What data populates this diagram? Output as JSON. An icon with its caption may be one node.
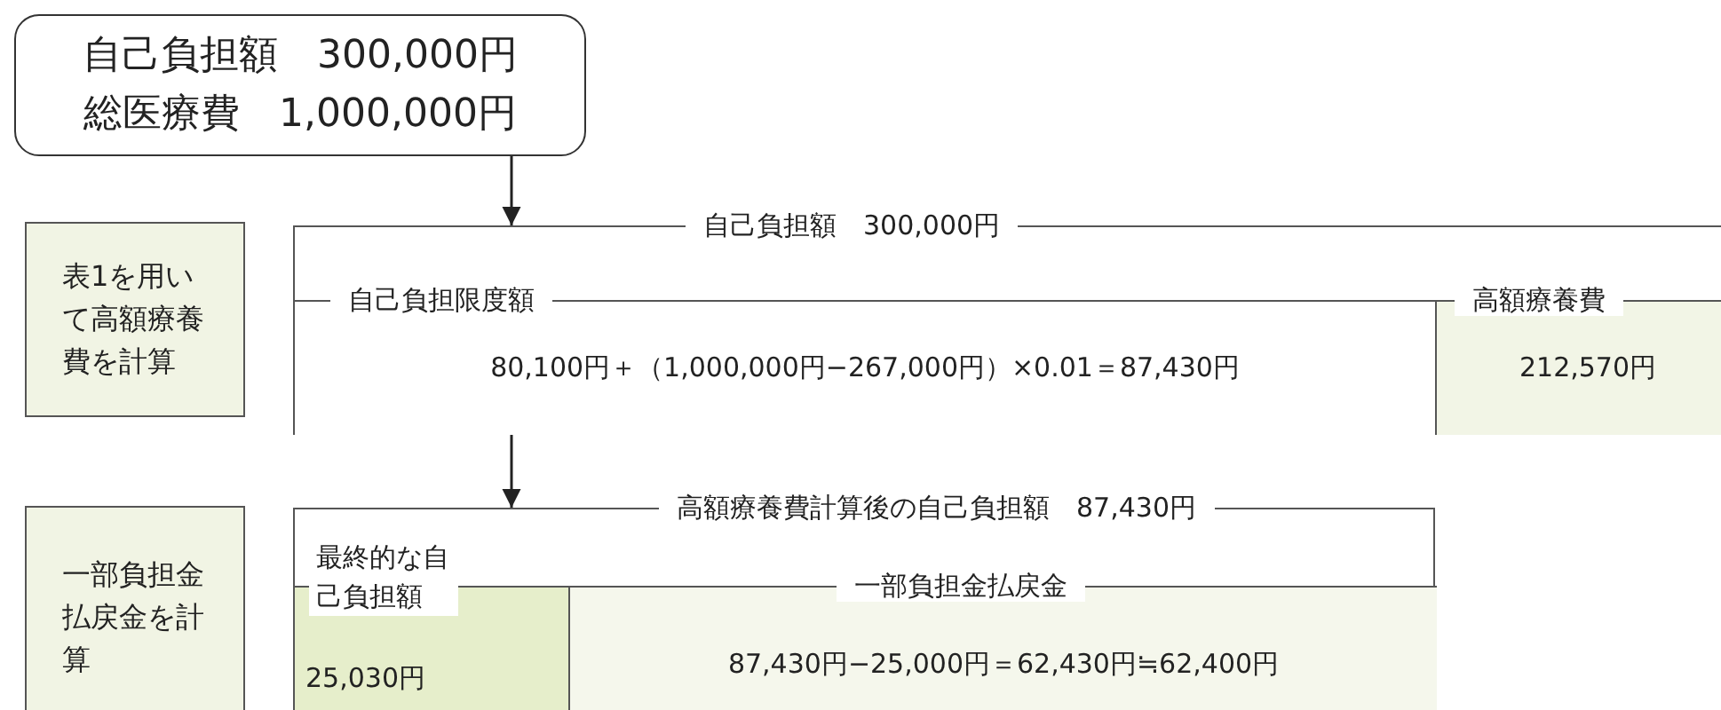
{
  "diagram": {
    "nodes": [
      {
        "text": [
          "自己負担額　300,000円",
          "総医療費　1,000,000円"
        ]
      },
      {
        "text": [
          "表1を用いて高額療養費を計算"
        ]
      },
      {
        "text": [
          "自己負担額　300,000円"
        ]
      },
      {
        "text": [
          "自己負担限度額",
          "80,100円＋（1,000,000円−267,000円）×0.01＝87,430円"
        ],
        "in": 2
      },
      {
        "text": [
          "高額療養費",
          "212,570円"
        ],
        "in": 2
      },
      {
        "text": [
          "一部負担金払戻金を計算"
        ]
      },
      {
        "text": [
          "高額療養費計算後の自己負担額　87,430円"
        ]
      },
      {
        "text": [
          "最終的な自己負担額",
          "25,030円"
        ],
        "in": 6
      },
      {
        "text": [
          "一部負担金払戻金",
          "87,430円−25,000円＝62,430円≒62,400円"
        ],
        "in": 6
      }
    ],
    "edges": [
      {
        "from": 0,
        "to": 2,
        "arrow": "to"
      },
      {
        "from": 2,
        "to": 6,
        "arrow": "to"
      }
    ]
  }
}
